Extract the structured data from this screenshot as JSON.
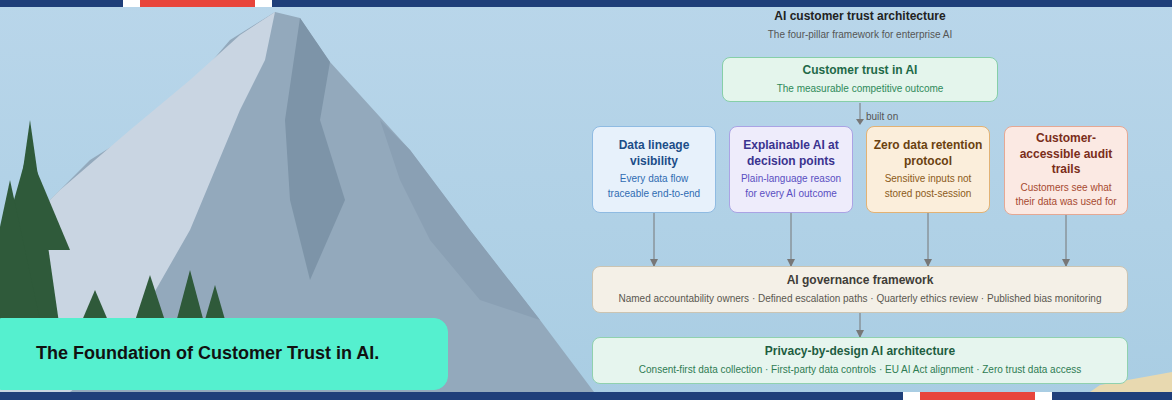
{
  "diagram": {
    "title": "AI customer trust architecture",
    "caption": "The four-pillar framework for enterprise AI",
    "nodes": [
      {
        "text": [
          "Customer trust in AI",
          "The measurable competitive outcome"
        ]
      },
      {
        "text": [
          "Data lineage visibility",
          "Every data flow traceable end-to-end"
        ]
      },
      {
        "text": [
          "Explainable AI at decision points",
          "Plain-language reason for every AI outcome"
        ]
      },
      {
        "text": [
          "Zero data retention protocol",
          "Sensitive inputs not stored post-session"
        ]
      },
      {
        "text": [
          "Customer-accessible audit trails",
          "Customers see what their data was used for"
        ]
      },
      {
        "text": [
          "AI governance framework",
          "Named accountability owners · Defined escalation paths · Quarterly ethics review · Published bias monitoring"
        ]
      },
      {
        "text": [
          "Privacy-by-design AI architecture",
          "Consent-first data collection · First-party data controls · EU AI Act alignment · Zero trust data access"
        ]
      },
      {
        "text": [
          "The Foundation of Customer Trust in AI."
        ]
      }
    ],
    "edges": [
      {
        "from": 1,
        "to": 5,
        "arrow": "to"
      },
      {
        "from": 2,
        "to": 5,
        "arrow": "to"
      },
      {
        "from": 3,
        "to": 5,
        "arrow": "to"
      },
      {
        "from": 4,
        "to": 5,
        "arrow": "to"
      },
      {
        "from": 5,
        "to": 6,
        "arrow": "to"
      }
    ],
    "labels": [
      "built on"
    ]
  }
}
